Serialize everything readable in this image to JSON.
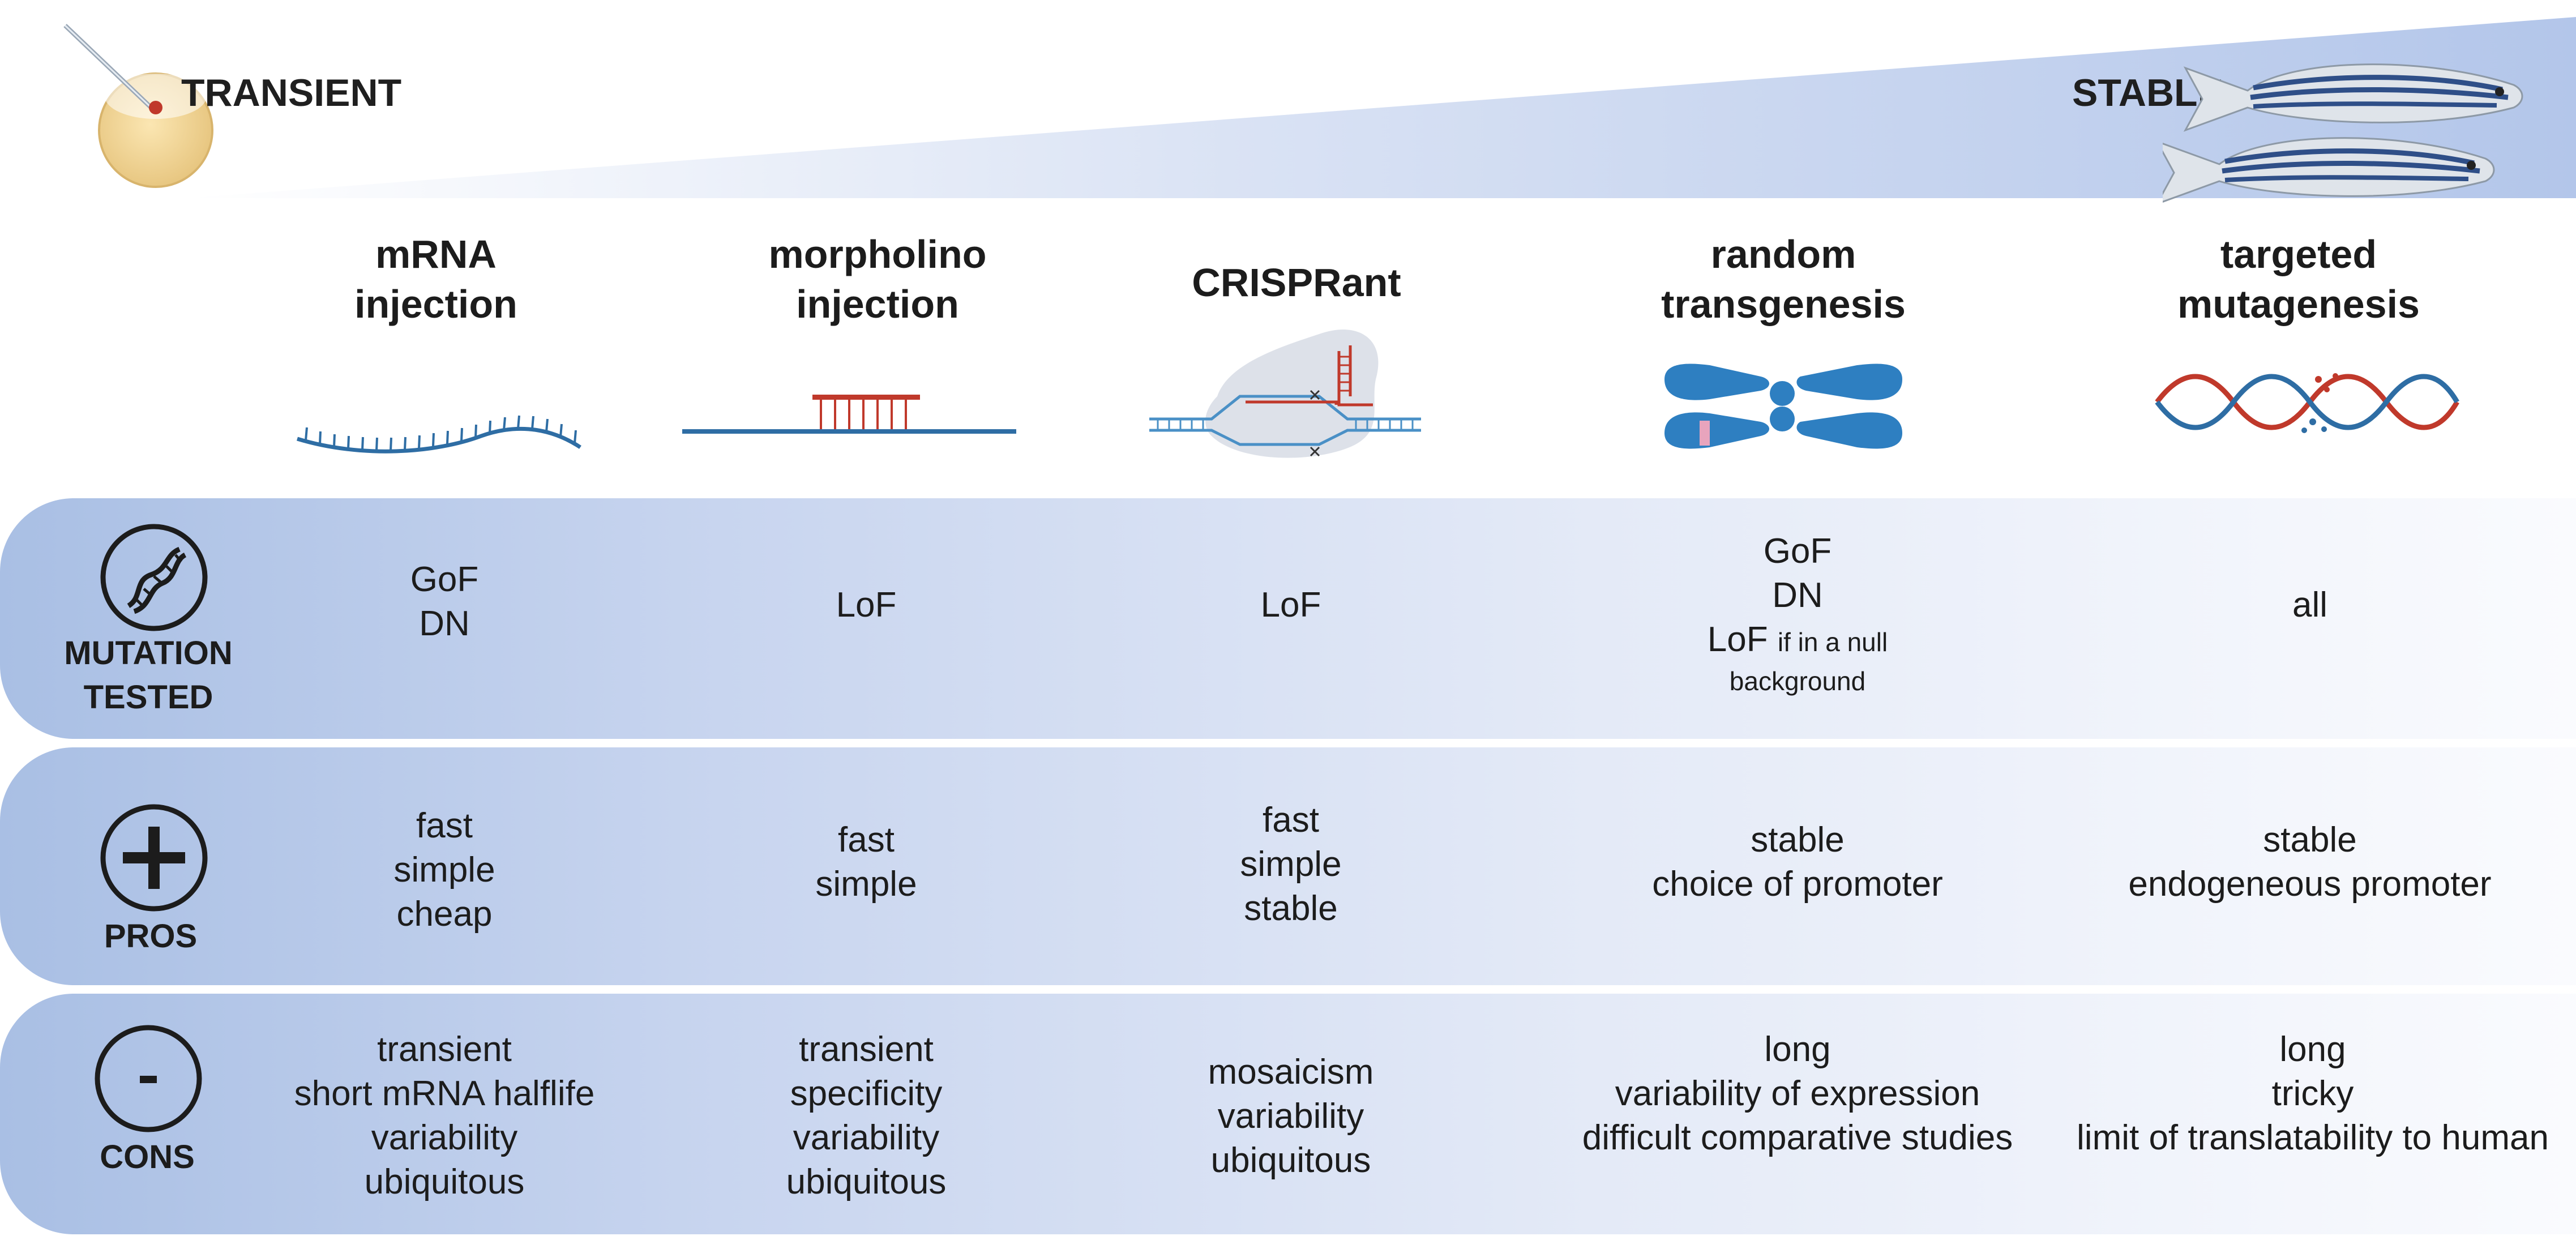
{
  "gradient": {
    "from_color": "#ffffff",
    "to_color": "#b8c9ea",
    "row_band_left": "#a9bfe4",
    "row_band_right": "#fafbfe"
  },
  "header": {
    "left_label": "TRANSIENT",
    "right_label": "STABLE"
  },
  "columns": [
    {
      "title": [
        "mRNA",
        "injection"
      ],
      "icon": "mrna-strand-icon"
    },
    {
      "title": [
        "morpholino",
        "injection"
      ],
      "icon": "morpholino-icon"
    },
    {
      "title": [
        "CRISPRant"
      ],
      "icon": "crispr-cas9-icon"
    },
    {
      "title": [
        "random",
        "transgenesis"
      ],
      "icon": "chromosome-icon"
    },
    {
      "title": [
        "targeted",
        "mutagenesis"
      ],
      "icon": "dna-double-helix-icon"
    }
  ],
  "rows": [
    {
      "label": [
        "MUTATION",
        "TESTED"
      ],
      "icon": "dna-circle-icon",
      "cells": [
        [
          "GoF",
          "DN"
        ],
        [
          "LoF"
        ],
        [
          "LoF"
        ],
        [
          "GoF",
          "DN"
        ],
        [
          "all"
        ]
      ],
      "transgenesis_extra": {
        "main": "LoF",
        "note": "if in a null",
        "note2": "background"
      }
    },
    {
      "label": [
        "PROS"
      ],
      "icon": "plus-circle-icon",
      "cells": [
        [
          "fast",
          "simple",
          "cheap"
        ],
        [
          "fast",
          "simple"
        ],
        [
          "fast",
          "simple",
          "stable"
        ],
        [
          "stable",
          "choice of promoter"
        ],
        [
          "stable",
          "endogeneous promoter"
        ]
      ]
    },
    {
      "label": [
        "CONS"
      ],
      "icon": "minus-circle-icon",
      "cells": [
        [
          "transient",
          "short mRNA halflife",
          "variability",
          "ubiquitous"
        ],
        [
          "transient",
          "specificity",
          "variability",
          "ubiquitous"
        ],
        [
          "mosaicism",
          "variability",
          "ubiquitous"
        ],
        [
          "long",
          "variability of expression",
          "difficult comparative studies"
        ],
        [
          "long",
          "tricky",
          "limit of translatability to human"
        ]
      ]
    }
  ]
}
